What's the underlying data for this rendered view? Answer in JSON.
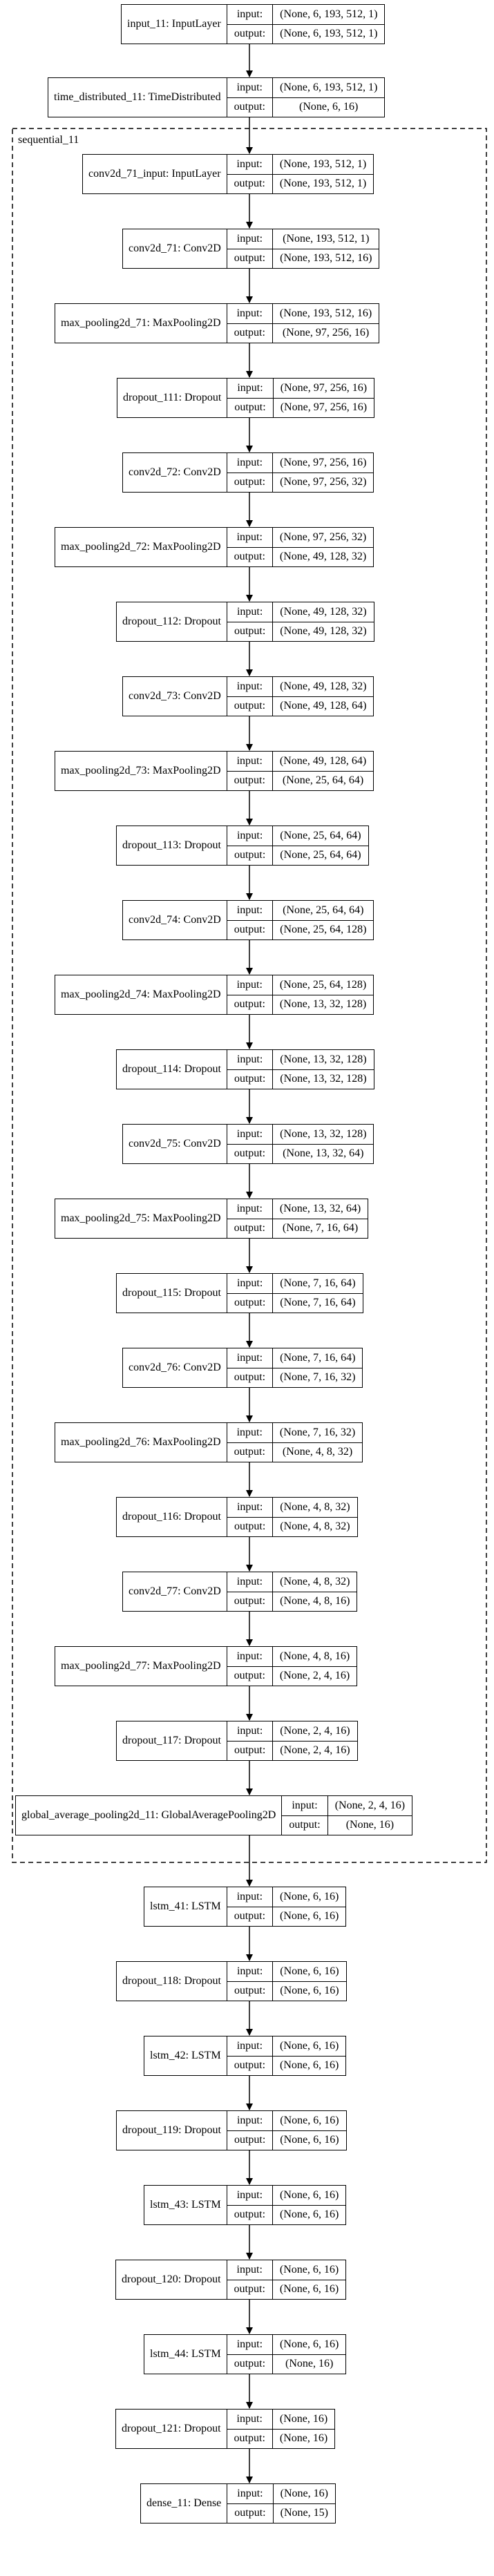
{
  "cluster": {
    "label": "sequential_11"
  },
  "io_labels": {
    "input": "input:",
    "output": "output:"
  },
  "layers": [
    {
      "name": "input_11: InputLayer",
      "input": "(None, 6, 193, 512, 1)",
      "output": "(None, 6, 193, 512, 1)",
      "in_cluster": false
    },
    {
      "name": "time_distributed_11: TimeDistributed",
      "input": "(None, 6, 193, 512, 1)",
      "output": "(None, 6, 16)",
      "in_cluster": false
    },
    {
      "name": "conv2d_71_input: InputLayer",
      "input": "(None, 193, 512, 1)",
      "output": "(None, 193, 512, 1)",
      "in_cluster": true
    },
    {
      "name": "conv2d_71: Conv2D",
      "input": "(None, 193, 512, 1)",
      "output": "(None, 193, 512, 16)",
      "in_cluster": true
    },
    {
      "name": "max_pooling2d_71: MaxPooling2D",
      "input": "(None, 193, 512, 16)",
      "output": "(None, 97, 256, 16)",
      "in_cluster": true
    },
    {
      "name": "dropout_111: Dropout",
      "input": "(None, 97, 256, 16)",
      "output": "(None, 97, 256, 16)",
      "in_cluster": true
    },
    {
      "name": "conv2d_72: Conv2D",
      "input": "(None, 97, 256, 16)",
      "output": "(None, 97, 256, 32)",
      "in_cluster": true
    },
    {
      "name": "max_pooling2d_72: MaxPooling2D",
      "input": "(None, 97, 256, 32)",
      "output": "(None, 49, 128, 32)",
      "in_cluster": true
    },
    {
      "name": "dropout_112: Dropout",
      "input": "(None, 49, 128, 32)",
      "output": "(None, 49, 128, 32)",
      "in_cluster": true
    },
    {
      "name": "conv2d_73: Conv2D",
      "input": "(None, 49, 128, 32)",
      "output": "(None, 49, 128, 64)",
      "in_cluster": true
    },
    {
      "name": "max_pooling2d_73: MaxPooling2D",
      "input": "(None, 49, 128, 64)",
      "output": "(None, 25, 64, 64)",
      "in_cluster": true
    },
    {
      "name": "dropout_113: Dropout",
      "input": "(None, 25, 64, 64)",
      "output": "(None, 25, 64, 64)",
      "in_cluster": true
    },
    {
      "name": "conv2d_74: Conv2D",
      "input": "(None, 25, 64, 64)",
      "output": "(None, 25, 64, 128)",
      "in_cluster": true
    },
    {
      "name": "max_pooling2d_74: MaxPooling2D",
      "input": "(None, 25, 64, 128)",
      "output": "(None, 13, 32, 128)",
      "in_cluster": true
    },
    {
      "name": "dropout_114: Dropout",
      "input": "(None, 13, 32, 128)",
      "output": "(None, 13, 32, 128)",
      "in_cluster": true
    },
    {
      "name": "conv2d_75: Conv2D",
      "input": "(None, 13, 32, 128)",
      "output": "(None, 13, 32, 64)",
      "in_cluster": true
    },
    {
      "name": "max_pooling2d_75: MaxPooling2D",
      "input": "(None, 13, 32, 64)",
      "output": "(None, 7, 16, 64)",
      "in_cluster": true
    },
    {
      "name": "dropout_115: Dropout",
      "input": "(None, 7, 16, 64)",
      "output": "(None, 7, 16, 64)",
      "in_cluster": true
    },
    {
      "name": "conv2d_76: Conv2D",
      "input": "(None, 7, 16, 64)",
      "output": "(None, 7, 16, 32)",
      "in_cluster": true
    },
    {
      "name": "max_pooling2d_76: MaxPooling2D",
      "input": "(None, 7, 16, 32)",
      "output": "(None, 4, 8, 32)",
      "in_cluster": true
    },
    {
      "name": "dropout_116: Dropout",
      "input": "(None, 4, 8, 32)",
      "output": "(None, 4, 8, 32)",
      "in_cluster": true
    },
    {
      "name": "conv2d_77: Conv2D",
      "input": "(None, 4, 8, 32)",
      "output": "(None, 4, 8, 16)",
      "in_cluster": true
    },
    {
      "name": "max_pooling2d_77: MaxPooling2D",
      "input": "(None, 4, 8, 16)",
      "output": "(None, 2, 4, 16)",
      "in_cluster": true
    },
    {
      "name": "dropout_117: Dropout",
      "input": "(None, 2, 4, 16)",
      "output": "(None, 2, 4, 16)",
      "in_cluster": true
    },
    {
      "name": "global_average_pooling2d_11: GlobalAveragePooling2D",
      "input": "(None, 2, 4, 16)",
      "output": "(None, 16)",
      "in_cluster": true
    },
    {
      "name": "lstm_41: LSTM",
      "input": "(None, 6, 16)",
      "output": "(None, 6, 16)",
      "in_cluster": false
    },
    {
      "name": "dropout_118: Dropout",
      "input": "(None, 6, 16)",
      "output": "(None, 6, 16)",
      "in_cluster": false
    },
    {
      "name": "lstm_42: LSTM",
      "input": "(None, 6, 16)",
      "output": "(None, 6, 16)",
      "in_cluster": false
    },
    {
      "name": "dropout_119: Dropout",
      "input": "(None, 6, 16)",
      "output": "(None, 6, 16)",
      "in_cluster": false
    },
    {
      "name": "lstm_43: LSTM",
      "input": "(None, 6, 16)",
      "output": "(None, 6, 16)",
      "in_cluster": false
    },
    {
      "name": "dropout_120: Dropout",
      "input": "(None, 6, 16)",
      "output": "(None, 6, 16)",
      "in_cluster": false
    },
    {
      "name": "lstm_44: LSTM",
      "input": "(None, 6, 16)",
      "output": "(None, 16)",
      "in_cluster": false
    },
    {
      "name": "dropout_121: Dropout",
      "input": "(None, 16)",
      "output": "(None, 16)",
      "in_cluster": false
    },
    {
      "name": "dense_11: Dense",
      "input": "(None, 16)",
      "output": "(None, 15)",
      "in_cluster": false
    }
  ]
}
